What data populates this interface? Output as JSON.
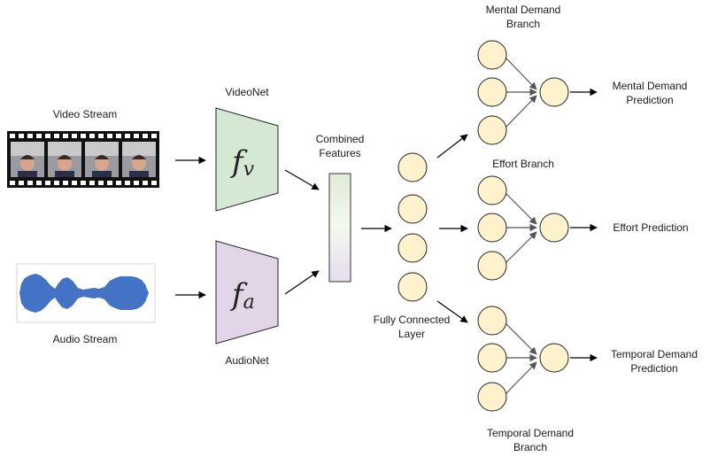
{
  "inputs": {
    "video_label": "Video Stream",
    "audio_label": "Audio Stream"
  },
  "encoders": {
    "video_name": "VideoNet",
    "video_symbol": "f",
    "video_subscript": "v",
    "audio_name": "AudioNet",
    "audio_symbol": "f",
    "audio_subscript": "a"
  },
  "fusion": {
    "label_line1": "Combined",
    "label_line2": "Features"
  },
  "fc_layer": {
    "label_line1": "Fully Connected",
    "label_line2": "Layer"
  },
  "branches": {
    "mental": {
      "title_line1": "Mental Demand",
      "title_line2": "Branch",
      "output_line1": "Mental Demand",
      "output_line2": "Prediction"
    },
    "effort": {
      "title": "Effort Branch",
      "output": "Effort Prediction"
    },
    "temporal": {
      "title_line1": "Temporal Demand",
      "title_line2": "Branch",
      "output_line1": "Temporal Demand",
      "output_line2": "Prediction"
    }
  },
  "colors": {
    "video_encoder_fill": "#d5e8d4",
    "audio_encoder_fill": "#e1d5e7",
    "neuron_fill": "#fff2cc",
    "waveform": "#4472c4",
    "filmstrip": "#111111"
  }
}
